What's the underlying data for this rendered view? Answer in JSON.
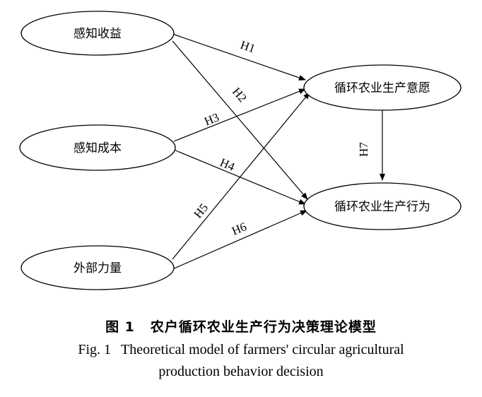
{
  "nodes": {
    "perceived_benefit": "感知收益",
    "perceived_cost": "感知成本",
    "external_force": "外部力量",
    "intention": "循环农业生产意愿",
    "behavior": "循环农业生产行为"
  },
  "edges": {
    "h1": "H1",
    "h2": "H2",
    "h3": "H3",
    "h4": "H4",
    "h5": "H5",
    "h6": "H6",
    "h7": "H7"
  },
  "caption": {
    "cn_number": "图 1",
    "cn_title": "农户循环农业生产行为决策理论模型",
    "en_number": "Fig. 1",
    "en_title_line1": "Theoretical model of farmers' circular agricultural",
    "en_title_line2": "production behavior decision"
  }
}
